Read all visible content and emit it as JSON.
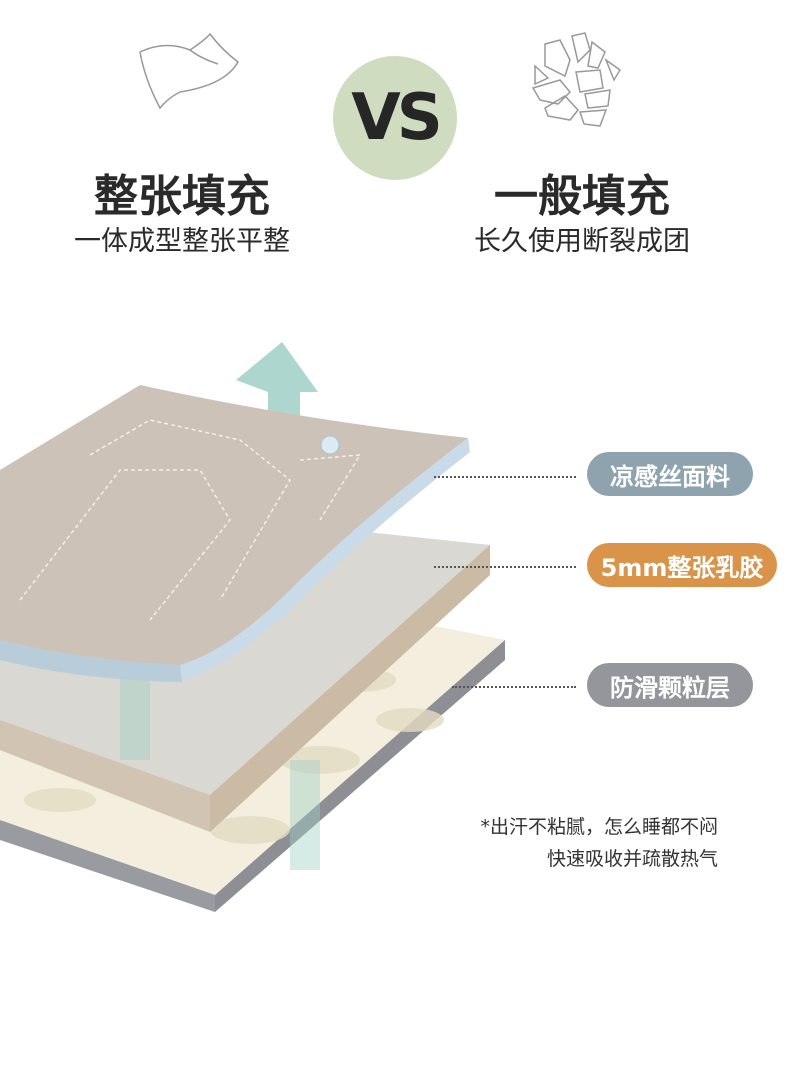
{
  "left": {
    "title": "整张填充",
    "subtitle": "一体成型整张平整",
    "icon": "whole-sheet-icon"
  },
  "vs_label": "VS",
  "right": {
    "title": "一般填充",
    "subtitle": "长久使用断裂成团",
    "icon": "broken-pieces-icon"
  },
  "layers": [
    {
      "label": "凉感丝面料",
      "color": "#8fa3ae"
    },
    {
      "label": "5mm整张乳胶",
      "color": "#d9944a"
    },
    {
      "label": "防滑颗粒层",
      "color": "#94969b"
    }
  ],
  "note": {
    "line1": "*出汗不粘腻，怎么睡都不闷",
    "line2": "快速吸收并疏散热气"
  },
  "colors": {
    "vs_circle": "#cfdcbf",
    "arrow": "#9fcfc6"
  }
}
